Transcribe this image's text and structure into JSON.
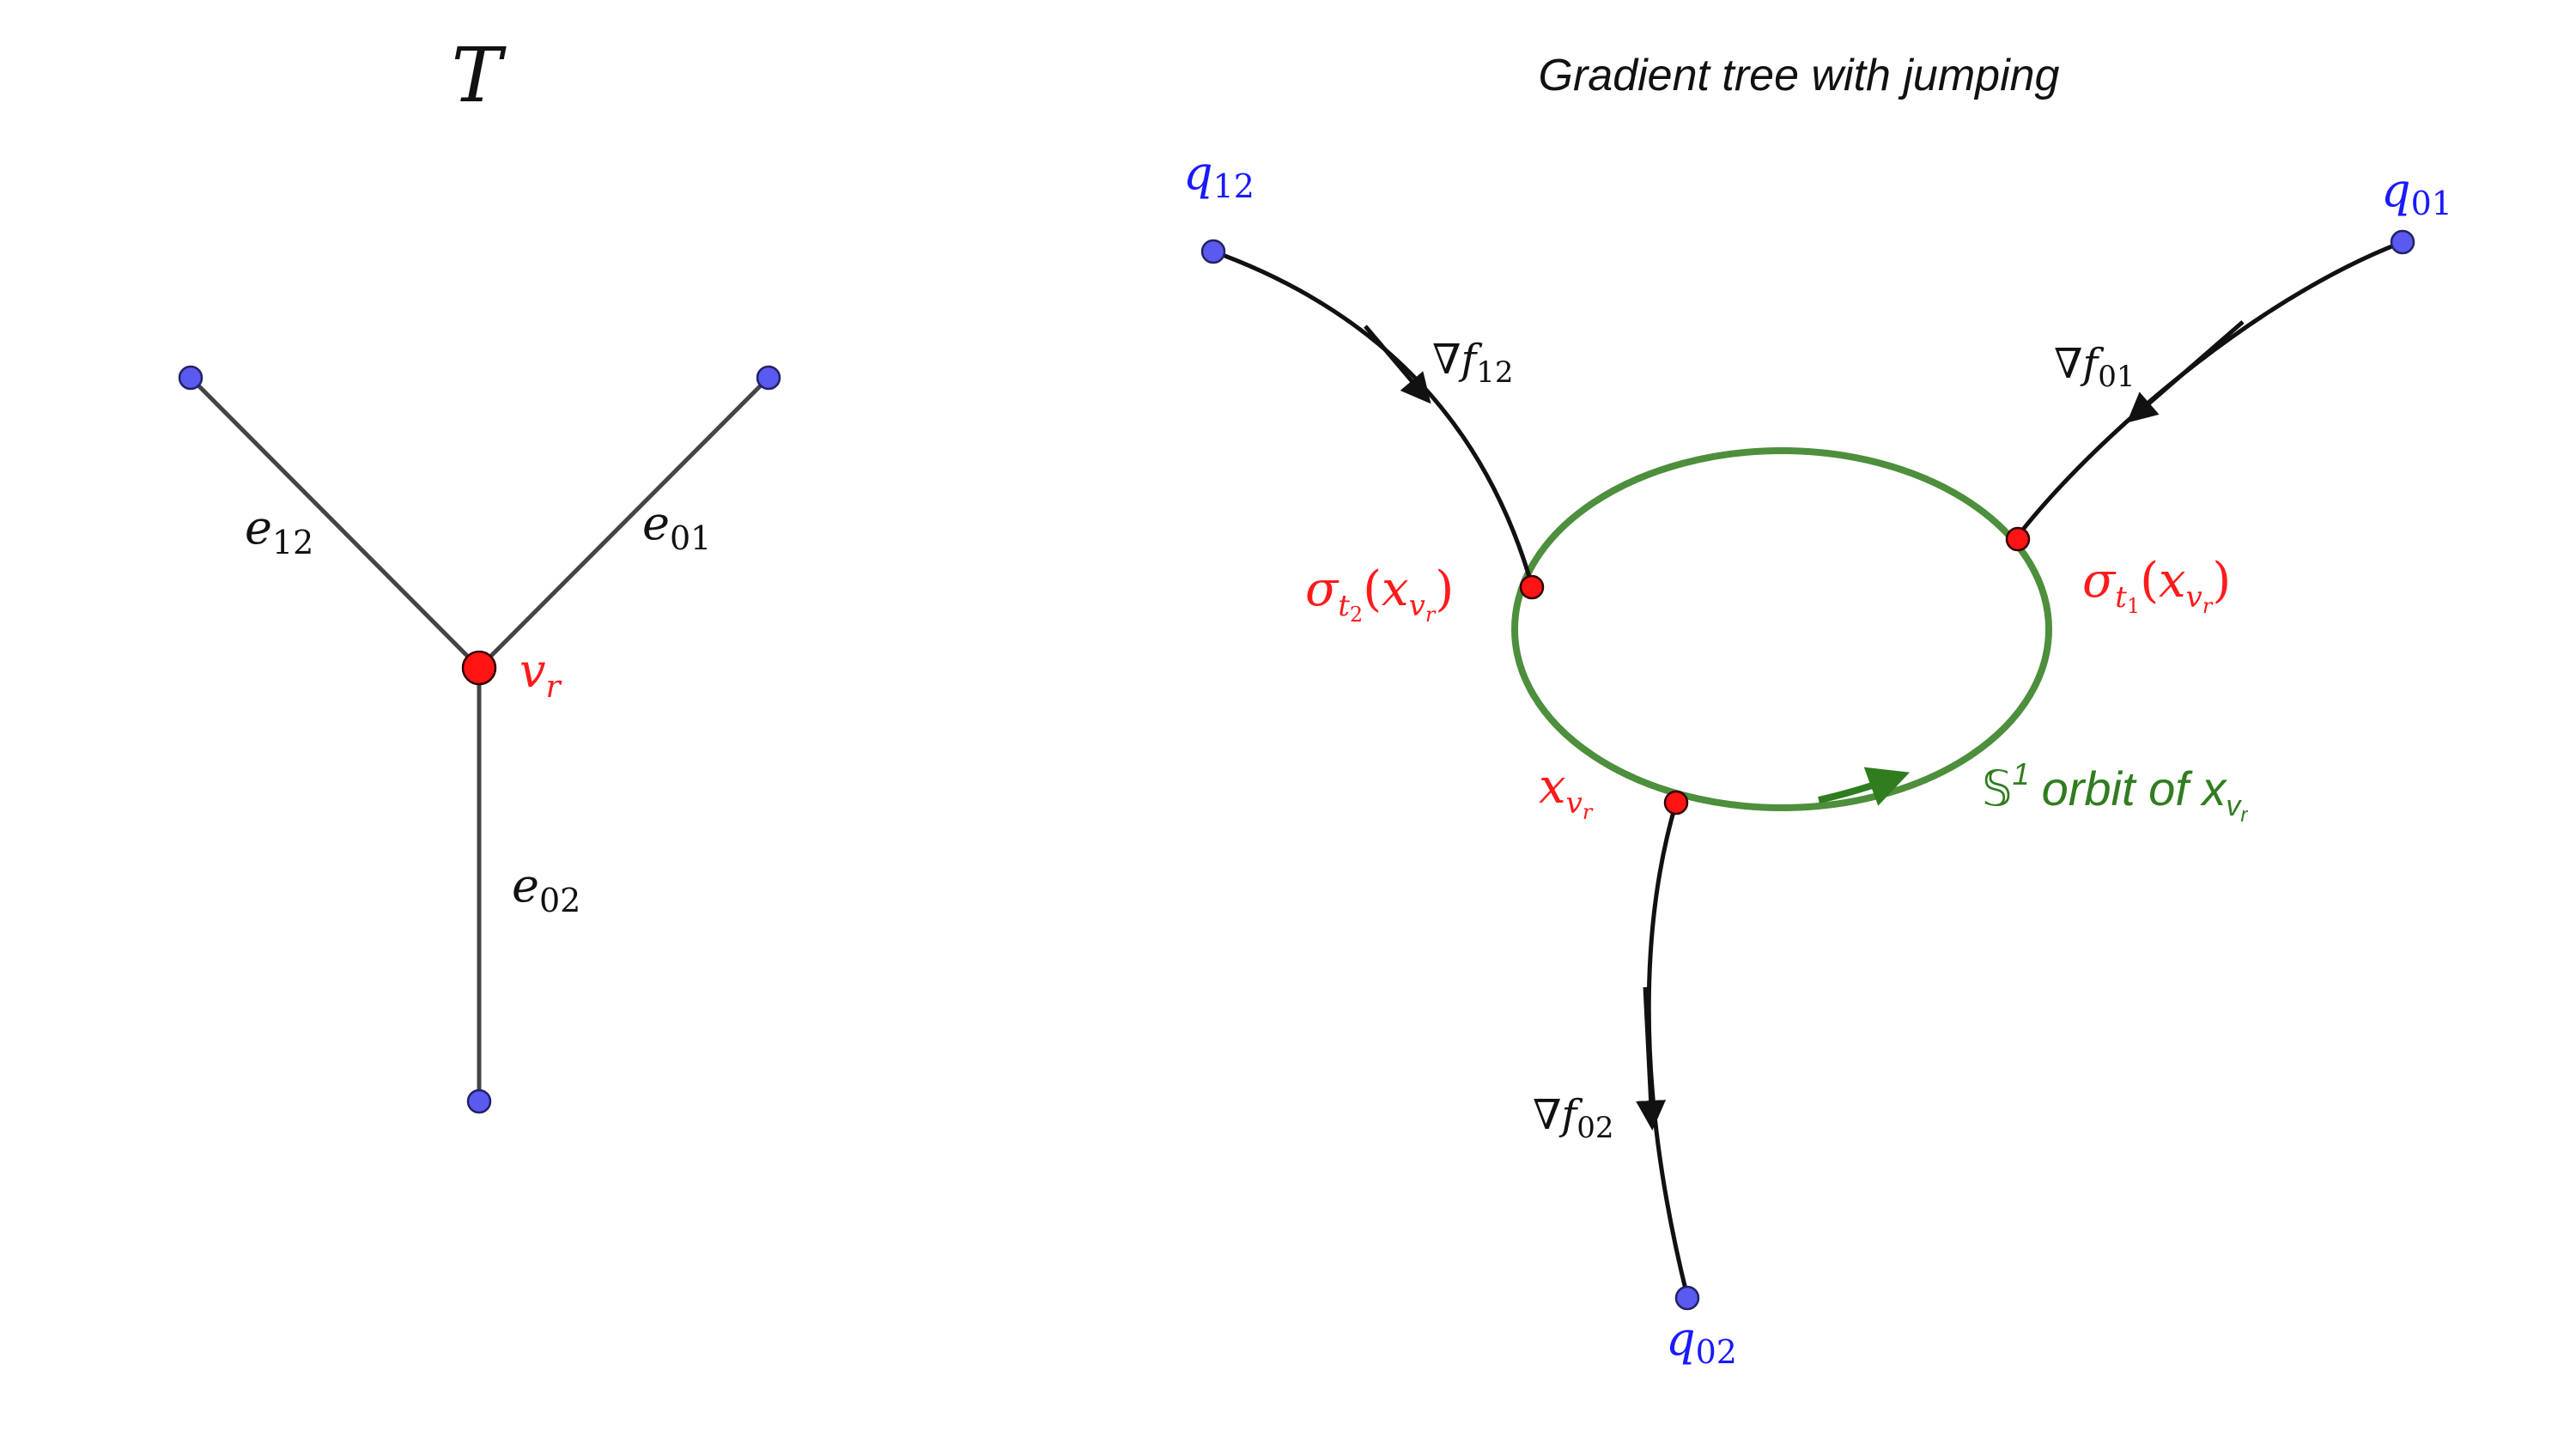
{
  "tree": {
    "title": "T",
    "root_label": "v",
    "root_sub": "r",
    "edges": [
      {
        "name": "e",
        "sub": "12"
      },
      {
        "name": "e",
        "sub": "01"
      },
      {
        "name": "e",
        "sub": "02"
      }
    ]
  },
  "gradient": {
    "title": "Gradient tree with jumping",
    "inputs": [
      {
        "name": "q",
        "sub": "12"
      },
      {
        "name": "q",
        "sub": "01"
      },
      {
        "name": "q",
        "sub": "02"
      }
    ],
    "flows": [
      {
        "name": "∇f",
        "sub": "12"
      },
      {
        "name": "∇f",
        "sub": "01"
      },
      {
        "name": "∇f",
        "sub": "02"
      }
    ],
    "sigma_left": {
      "name": "σ",
      "t_sub": "t",
      "t_subsub": "2",
      "arg": "x",
      "arg_sub": "v",
      "arg_subsub": "r"
    },
    "sigma_right": {
      "name": "σ",
      "t_sub": "t",
      "t_subsub": "1",
      "arg": "x",
      "arg_sub": "v",
      "arg_subsub": "r"
    },
    "x_point": {
      "name": "x",
      "sub": "v",
      "subsub": "r"
    },
    "orbit_label": {
      "prefix": "𝕊",
      "sup": "1",
      "text": "orbit of x",
      "sub": "v",
      "subsub": "r"
    }
  },
  "colors": {
    "blue_text": "#1a1aff",
    "red_text": "#ff1a1a",
    "green_text": "#2f7d1f",
    "node_blue": "#5a5af0",
    "node_red": "#ff1414",
    "orbit": "#4d8f3c"
  }
}
